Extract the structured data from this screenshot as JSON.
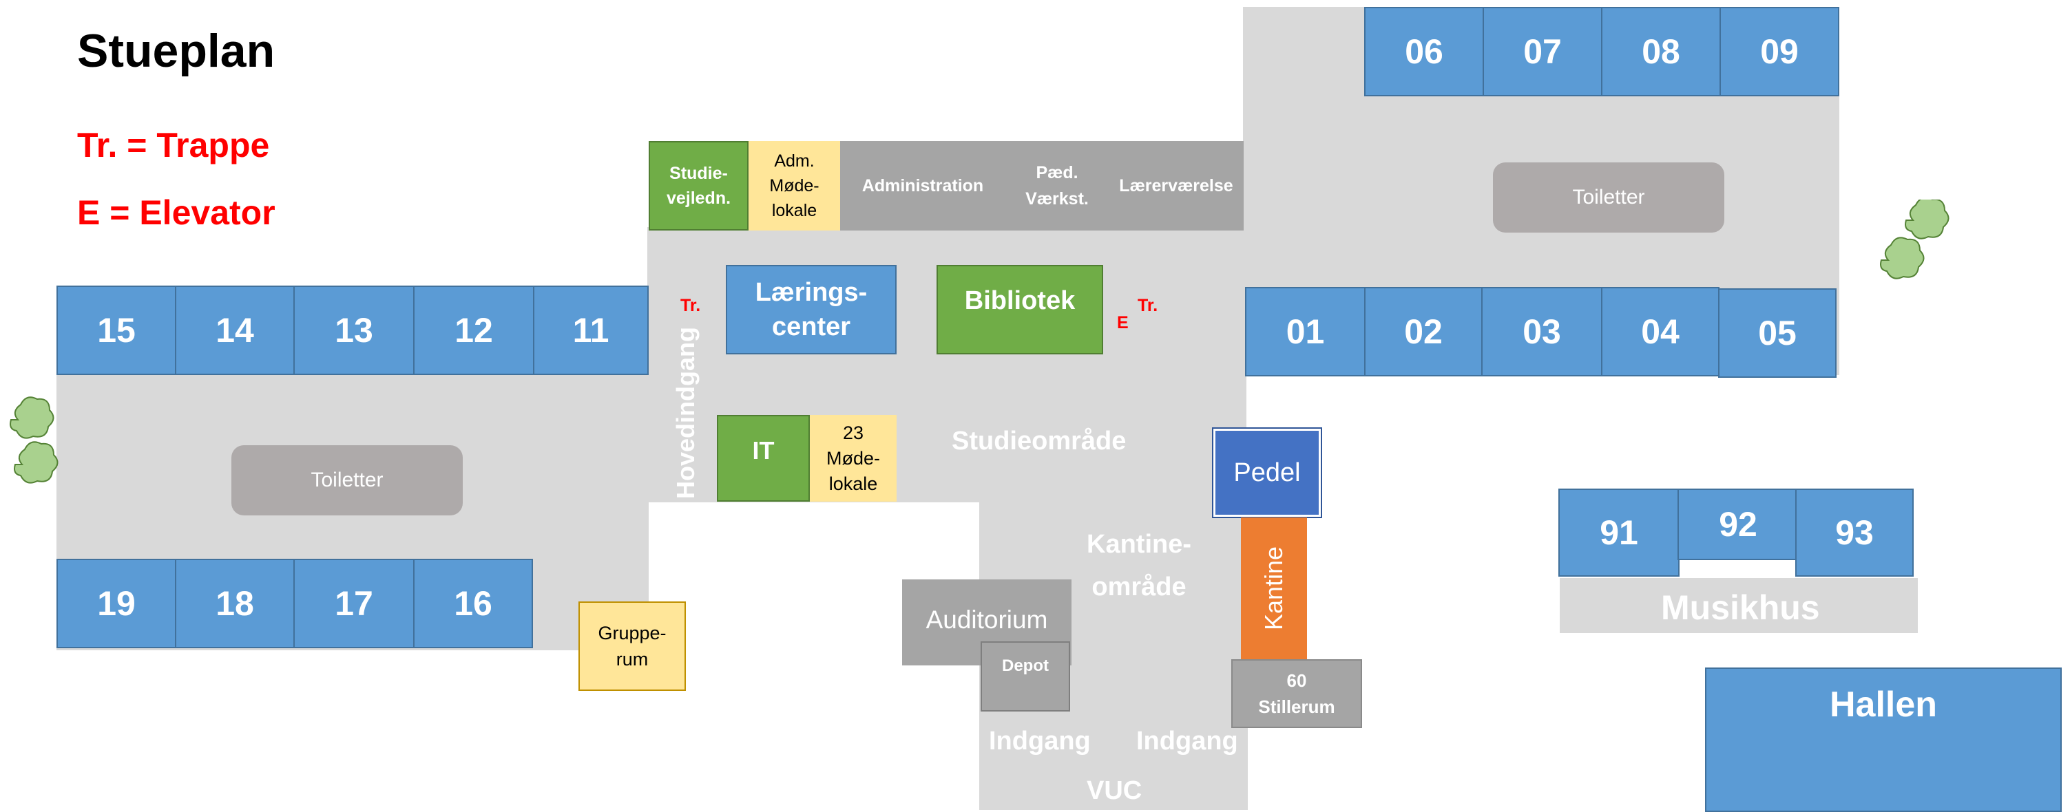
{
  "title": "Stueplan",
  "legend": {
    "trappe": "Tr. = Trappe",
    "elevator": "E = Elevator"
  },
  "rooms": {
    "r06": "06",
    "r07": "07",
    "r08": "08",
    "r09": "09",
    "r15": "15",
    "r14": "14",
    "r13": "13",
    "r12": "12",
    "r11": "11",
    "r01": "01",
    "r02": "02",
    "r03": "03",
    "r04": "04",
    "r05": "05",
    "r19": "19",
    "r18": "18",
    "r17": "17",
    "r16": "16",
    "r91": "91",
    "r92": "92",
    "r93": "93",
    "hallen": "Hallen",
    "studievejledn": "Studie-\nvejledn.",
    "adm_mode": "Adm.\nMøde-\nlokale",
    "administration": "Administration",
    "paed": "Pæd.\nVærkst.",
    "laerervaerelse": "Lærerværelse",
    "laeringscenter": "Lærings-\ncenter",
    "bibliotek": "Bibliotek",
    "it": "IT",
    "mode23": "23\nMøde-\nlokale",
    "pedel": "Pedel",
    "kantine": "Kantine",
    "stillerum": "60\nStillerum",
    "auditorium": "Auditorium",
    "depot": "Depot",
    "gruppe": "Gruppe-\nrum"
  },
  "areas": {
    "toiletter_right": "Toiletter",
    "toiletter_left": "Toiletter",
    "hovedindgang": "Hovedindgang",
    "studieomraade": "Studieområde",
    "kantineomraade": "Kantine-\nområde",
    "musikhus": "Musikhus",
    "indgang1": "Indgang",
    "indgang2": "Indgang",
    "vuc": "VUC"
  },
  "markers": {
    "tr_left": "Tr.",
    "tr_right": "Tr.",
    "elevator": "E"
  },
  "colors": {
    "room_blue": "#5b9bd5",
    "green": "#70ad47",
    "yellow": "#ffe699",
    "pedel": "#4472c4",
    "kantine": "#ed7d31",
    "corridor": "#d9d9d9",
    "legend_red": "#ff0000"
  }
}
